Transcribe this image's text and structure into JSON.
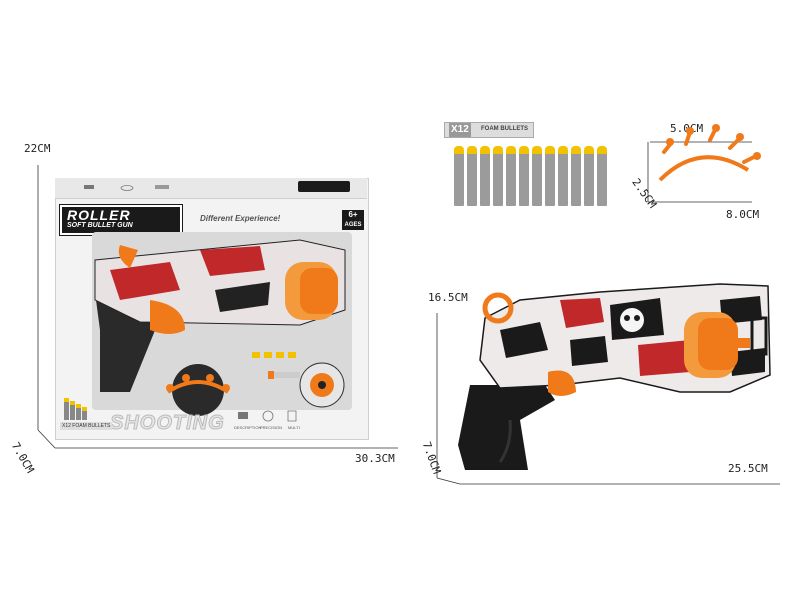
{
  "dimensions": {
    "box_height": "22CM",
    "box_depth": "7.0CM",
    "box_width": "30.3CM",
    "speed_loader_width": "5.0CM",
    "speed_loader_height": "2.5CM",
    "speed_loader_length": "8.0CM",
    "gun_height": "16.5CM",
    "gun_depth": "7.0CM",
    "gun_length": "25.5CM"
  },
  "package": {
    "brand": "ROLLER",
    "subtitle": "SOFT BULLET GUN",
    "tagline": "Different Experience!",
    "age_badge": "6+",
    "age_label": "AGES",
    "side_text": "SHOOTING",
    "foam_label": "X12 FOAM BULLETS",
    "mini_icon_labels": [
      "DESCRIPTION",
      "PRECISION",
      "MULTI"
    ]
  },
  "darts_card": {
    "count": "X12",
    "label": "FOAM BULLETS"
  },
  "colors": {
    "orange": "#f07a1a",
    "black": "#1a1a1a",
    "red": "#c0282a",
    "dart_yellow": "#f2c200",
    "dart_gray": "#9b9b9b"
  }
}
